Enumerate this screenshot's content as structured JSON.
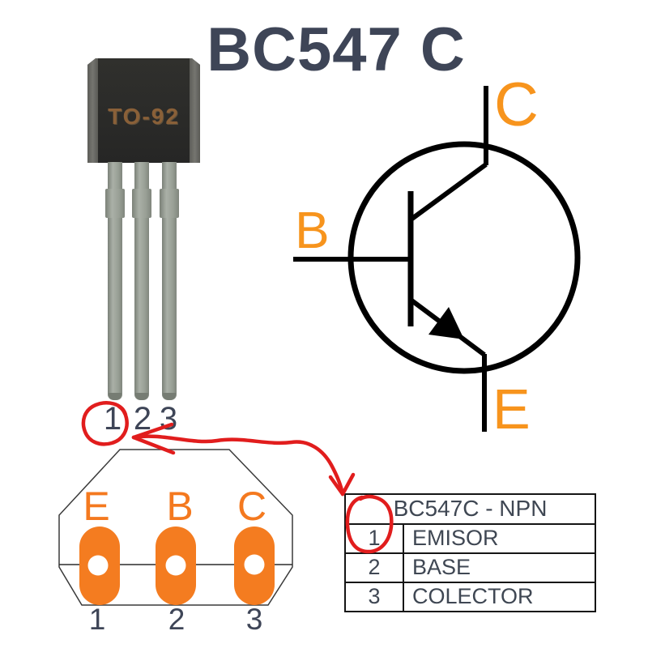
{
  "title": {
    "text": "BC547 C"
  },
  "package": {
    "marking": "TO-92",
    "pins": [
      "1",
      "2",
      "3"
    ]
  },
  "schematic": {
    "type": "NPN transistor symbol",
    "collector": "C",
    "base": "B",
    "emitter": "E"
  },
  "pinout": {
    "view": "bottom-view pad diagram",
    "labels": [
      "E",
      "B",
      "C"
    ],
    "numbers": [
      "1",
      "2",
      "3"
    ]
  },
  "table": {
    "header": "BC547C - NPN",
    "rows": [
      {
        "pin": "1",
        "name": "EMISOR"
      },
      {
        "pin": "2",
        "name": "BASE"
      },
      {
        "pin": "3",
        "name": "COLECTOR"
      }
    ]
  },
  "colors": {
    "accent_orange": "#f7941d",
    "pad_orange": "#f47c20",
    "annotation_red": "#e11d1d",
    "text_dark": "#3e4557",
    "symbol_black": "#000000"
  }
}
